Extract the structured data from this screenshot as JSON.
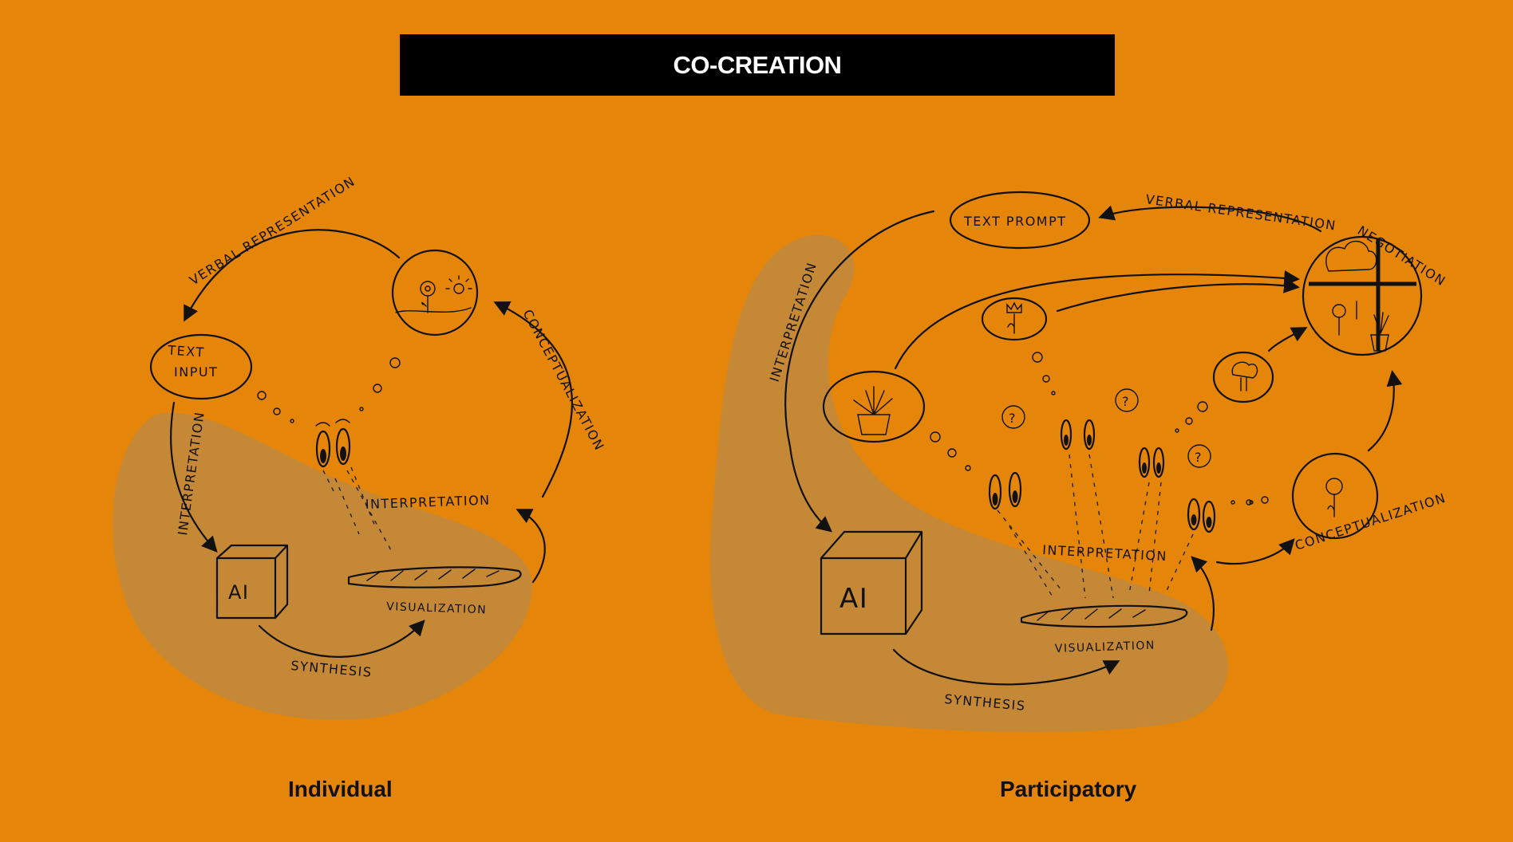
{
  "title": "CO-CREATION",
  "individual": {
    "caption": "Individual",
    "labels": {
      "verbal": "VERBAL REPRESENTATION",
      "text_input_1": "TEXT",
      "text_input_2": "INPUT",
      "interpretation_left": "INTERPRETATION",
      "interpretation_mid": "INTERPRETATION",
      "conceptualization": "CONCEPTUALIZATION",
      "ai": "AI",
      "visualization": "VISUALIZATION",
      "synthesis": "SYNTHESIS"
    }
  },
  "participatory": {
    "caption": "Participatory",
    "labels": {
      "text_prompt": "TEXT PROMPT",
      "verbal": "VERBAL REPRESENTATION",
      "negotiation": "NEGOTIATION",
      "interpretation_left": "INTERPRETATION",
      "interpretation_mid": "INTERPRETATION",
      "conceptualization": "CONCEPTUALIZATION",
      "ai": "AI",
      "visualization": "VISUALIZATION",
      "synthesis": "SYNTHESIS",
      "question": "?"
    }
  },
  "colors": {
    "background": "#E5850A",
    "shade": "#C0883F",
    "title_bar": "#000000",
    "title_text": "#FFFFFF",
    "ink": "#111111"
  }
}
